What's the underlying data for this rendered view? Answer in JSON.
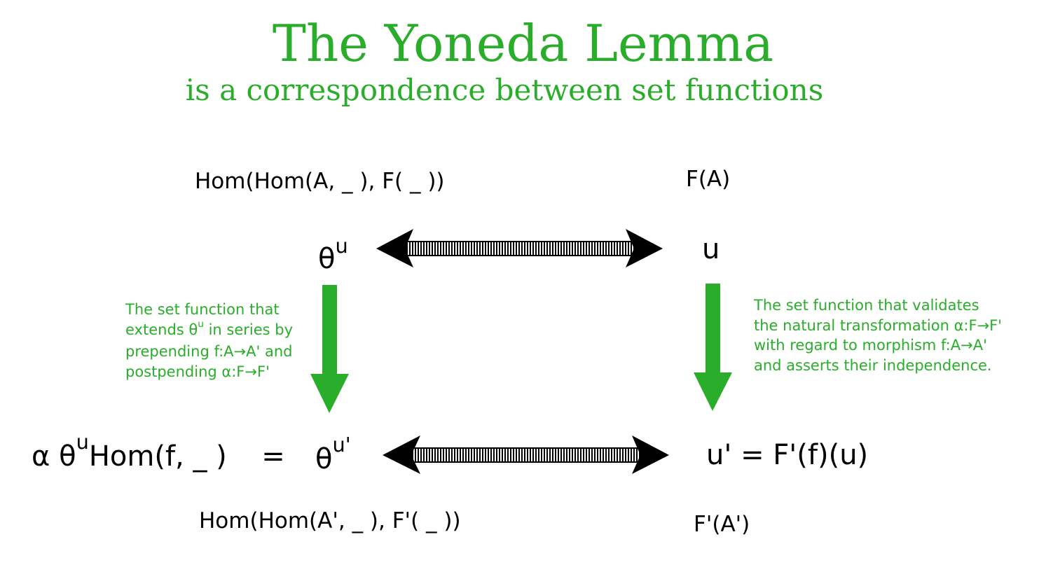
{
  "colors": {
    "green": "#2aad2a",
    "black": "#000000"
  },
  "title": "The Yoneda Lemma",
  "subtitle": "is a correspondence between set functions",
  "sets": {
    "top_left": "Hom(Hom(A, _ ), F( _ ))",
    "top_right": "F(A)",
    "bottom_left": "Hom(Hom(A', _ ), F'( _ ))",
    "bottom_right": "F'(A')"
  },
  "elements": {
    "theta_base": "θ",
    "theta_sup": "u",
    "u": "u",
    "bottom_left": {
      "alpha": "α θ",
      "alpha_sup": "u",
      "hom": "Hom(f, _ )",
      "equals": "=",
      "theta_base": "θ",
      "theta_sup": "u'"
    },
    "bottom_right": "u' = F'(f)(u)"
  },
  "notes": {
    "left": {
      "line1": "The set function that",
      "line2_pre": "extends θ",
      "line2_sup": "u",
      "line2_post": " in series by",
      "line3": "prepending f:A→A' and",
      "line4": "postpending α:F→F'"
    },
    "right": {
      "line1": "The set function that validates",
      "line2": "the natural transformation α:F→F'",
      "line3": "with regard to morphism f:A→A'",
      "line4": "and asserts their independence."
    }
  }
}
